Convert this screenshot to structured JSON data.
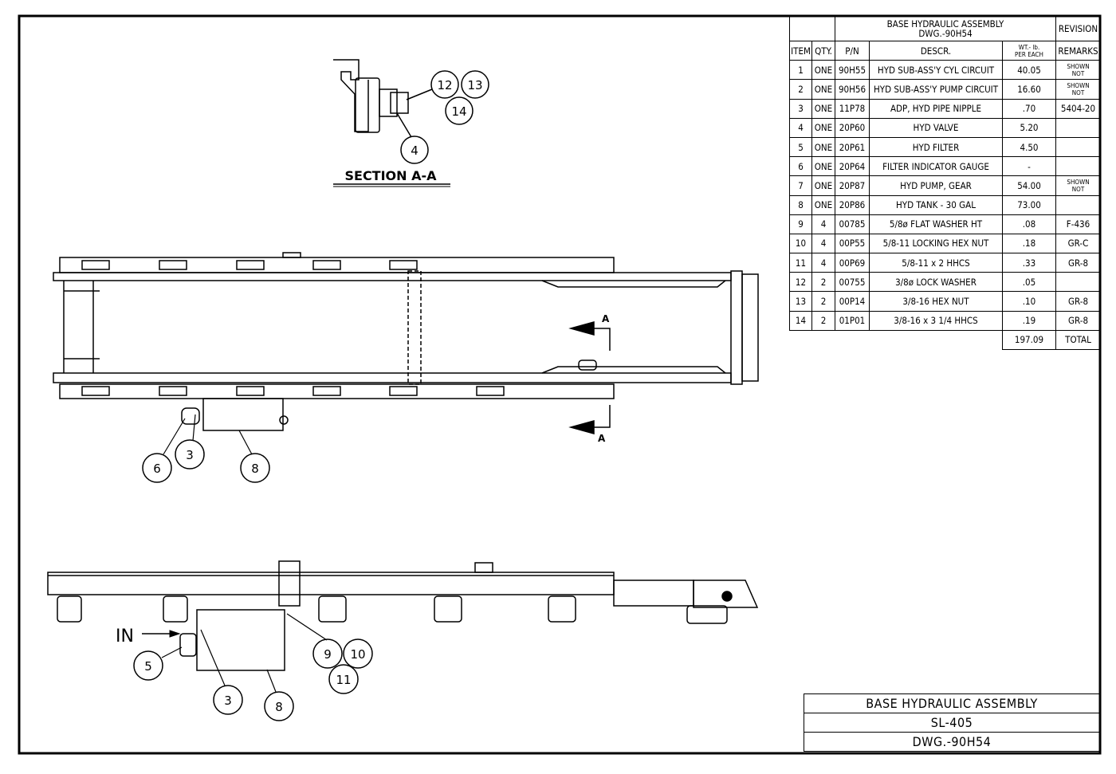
{
  "bom": {
    "title_line1": "BASE HYDRAULIC ASSEMBLY",
    "title_line2": "DWG.-90H54",
    "revision_label": "REVISION",
    "headers": {
      "item": "ITEM",
      "qty": "QTY.",
      "pn": "P/N",
      "descr": "DESCR.",
      "wt_line1": "WT.- lb.",
      "wt_line2": "PER EACH",
      "remarks": "REMARKS"
    },
    "rows": [
      {
        "item": "1",
        "qty": "ONE",
        "pn": "90H55",
        "descr": "HYD SUB-ASS'Y CYL CIRCUIT",
        "wt": "40.05",
        "remarks": "SHOWN NOT"
      },
      {
        "item": "2",
        "qty": "ONE",
        "pn": "90H56",
        "descr": "HYD SUB-ASS'Y PUMP CIRCUIT",
        "wt": "16.60",
        "remarks": "SHOWN NOT"
      },
      {
        "item": "3",
        "qty": "ONE",
        "pn": "11P78",
        "descr": "ADP, HYD PIPE NIPPLE",
        "wt": ".70",
        "remarks": "5404-20"
      },
      {
        "item": "4",
        "qty": "ONE",
        "pn": "20P60",
        "descr": "HYD VALVE",
        "wt": "5.20",
        "remarks": ""
      },
      {
        "item": "5",
        "qty": "ONE",
        "pn": "20P61",
        "descr": "HYD FILTER",
        "wt": "4.50",
        "remarks": ""
      },
      {
        "item": "6",
        "qty": "ONE",
        "pn": "20P64",
        "descr": "FILTER INDICATOR GAUGE",
        "wt": "-",
        "remarks": ""
      },
      {
        "item": "7",
        "qty": "ONE",
        "pn": "20P87",
        "descr": "HYD PUMP, GEAR",
        "wt": "54.00",
        "remarks": "SHOWN NOT"
      },
      {
        "item": "8",
        "qty": "ONE",
        "pn": "20P86",
        "descr": "HYD TANK - 30 GAL",
        "wt": "73.00",
        "remarks": ""
      },
      {
        "item": "9",
        "qty": "4",
        "pn": "00785",
        "descr": "5/8ø FLAT WASHER HT",
        "wt": ".08",
        "remarks": "F-436"
      },
      {
        "item": "10",
        "qty": "4",
        "pn": "00P55",
        "descr": "5/8-11 LOCKING HEX NUT",
        "wt": ".18",
        "remarks": "GR-C"
      },
      {
        "item": "11",
        "qty": "4",
        "pn": "00P69",
        "descr": "5/8-11 x 2 HHCS",
        "wt": ".33",
        "remarks": "GR-8"
      },
      {
        "item": "12",
        "qty": "2",
        "pn": "00755",
        "descr": "3/8ø LOCK WASHER",
        "wt": ".05",
        "remarks": ""
      },
      {
        "item": "13",
        "qty": "2",
        "pn": "00P14",
        "descr": "3/8-16 HEX NUT",
        "wt": ".10",
        "remarks": "GR-8"
      },
      {
        "item": "14",
        "qty": "2",
        "pn": "01P01",
        "descr": "3/8-16 x 3 1/4 HHCS",
        "wt": ".19",
        "remarks": "GR-8"
      }
    ],
    "total_value": "197.09",
    "total_label": "TOTAL"
  },
  "title_block": {
    "name": "BASE HYDRAULIC ASSEMBLY",
    "model": "SL-405",
    "drawing": "DWG.-90H54"
  },
  "drawing": {
    "section_label": "SECTION A-A",
    "section_marker": "A",
    "inlet_label": "IN",
    "balloons_section": [
      "12",
      "13",
      "14",
      "4"
    ],
    "balloons_top_view": [
      "6",
      "3",
      "8"
    ],
    "balloons_side_view": [
      "5",
      "3",
      "8",
      "9",
      "10",
      "11"
    ]
  }
}
